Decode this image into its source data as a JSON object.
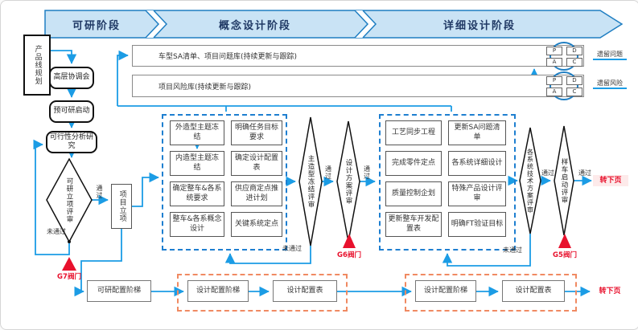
{
  "header": {
    "phase1": "可研阶段",
    "phase2": "概念设计阶段",
    "phase3": "详细设计阶段"
  },
  "left": {
    "start": "产品线规划",
    "step1": "高层协调会",
    "step2": "预可研启动",
    "step3": "可行性分析研究",
    "decision": "可研立项评审",
    "project": "项目立项"
  },
  "labels": {
    "pass": "通过",
    "fail": "未通过"
  },
  "gates": {
    "g7": "G7阀门",
    "g6": "G6阀门",
    "g5": "G5阀门"
  },
  "tracking": {
    "issues": "车型SA清单、项目问题库(持续更新与跟踪)",
    "risks": "项目风险库(持续更新与跟踪)",
    "issues_tag": "遗留问题",
    "risks_tag": "遗留风险",
    "pdca": {
      "p": "P",
      "d": "D",
      "a": "A",
      "c": "C"
    }
  },
  "concept": {
    "c1r1": "外造型主题冻结",
    "c1r2": "内造型主题冻结",
    "c1r3": "确定整车&各系统要求",
    "c1r4": "整车&各系概念设计",
    "c2r1": "明确任务目标要求",
    "c2r2": "确定设计配置表",
    "c2r3": "供应商定点推进计划",
    "c2r4": "关键系统定点"
  },
  "detail": {
    "c1r1": "工艺同步工程",
    "c1r2": "完成零件定点",
    "c1r3": "质量控制企划",
    "c1r4": "更新整车开发配置表",
    "c2r1": "更新SA问题清单",
    "c2r2": "各系统详细设计",
    "c2r3": "特殊产品设计评审",
    "c2r4": "明确FT验证目标"
  },
  "reviews": {
    "styling_freeze": "主造型冻结评审",
    "design_proposal": "设计方案评审",
    "system_tech": "各系统技术方案评审",
    "prototype_start": "样车启动评审"
  },
  "bottom": {
    "fs_baseline": "可研配置阶梯",
    "design_baseline1": "设计配置阶梯",
    "design_table1": "设计配置表",
    "design_baseline2": "设计配置阶梯",
    "design_table2": "设计配置表",
    "next_page": "转下页"
  },
  "next_page_mid": "转下页"
}
